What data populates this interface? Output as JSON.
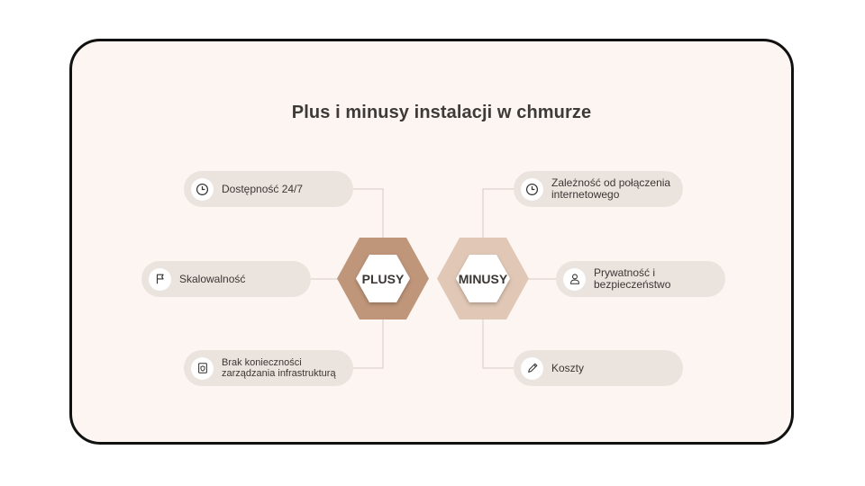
{
  "title": "Plus i minusy instalacji w chmurze",
  "plusy": {
    "label": "PLUSY",
    "color": "#bf967a",
    "items": [
      {
        "label": "Dostępność 24/7",
        "icon": "clock-icon"
      },
      {
        "label": "Skalowalność",
        "icon": "flag-icon"
      },
      {
        "label": "Brak konieczności zarządzania infrastrukturą",
        "icon": "shield-document-icon"
      }
    ]
  },
  "minusy": {
    "label": "MINUSY",
    "color": "#e1c8b6",
    "items": [
      {
        "label": "Zależność od połączenia internetowego",
        "icon": "clock-icon"
      },
      {
        "label": "Prywatność i bezpieczeństwo",
        "icon": "user-icon"
      },
      {
        "label": "Koszty",
        "icon": "pencil-icon"
      }
    ]
  }
}
